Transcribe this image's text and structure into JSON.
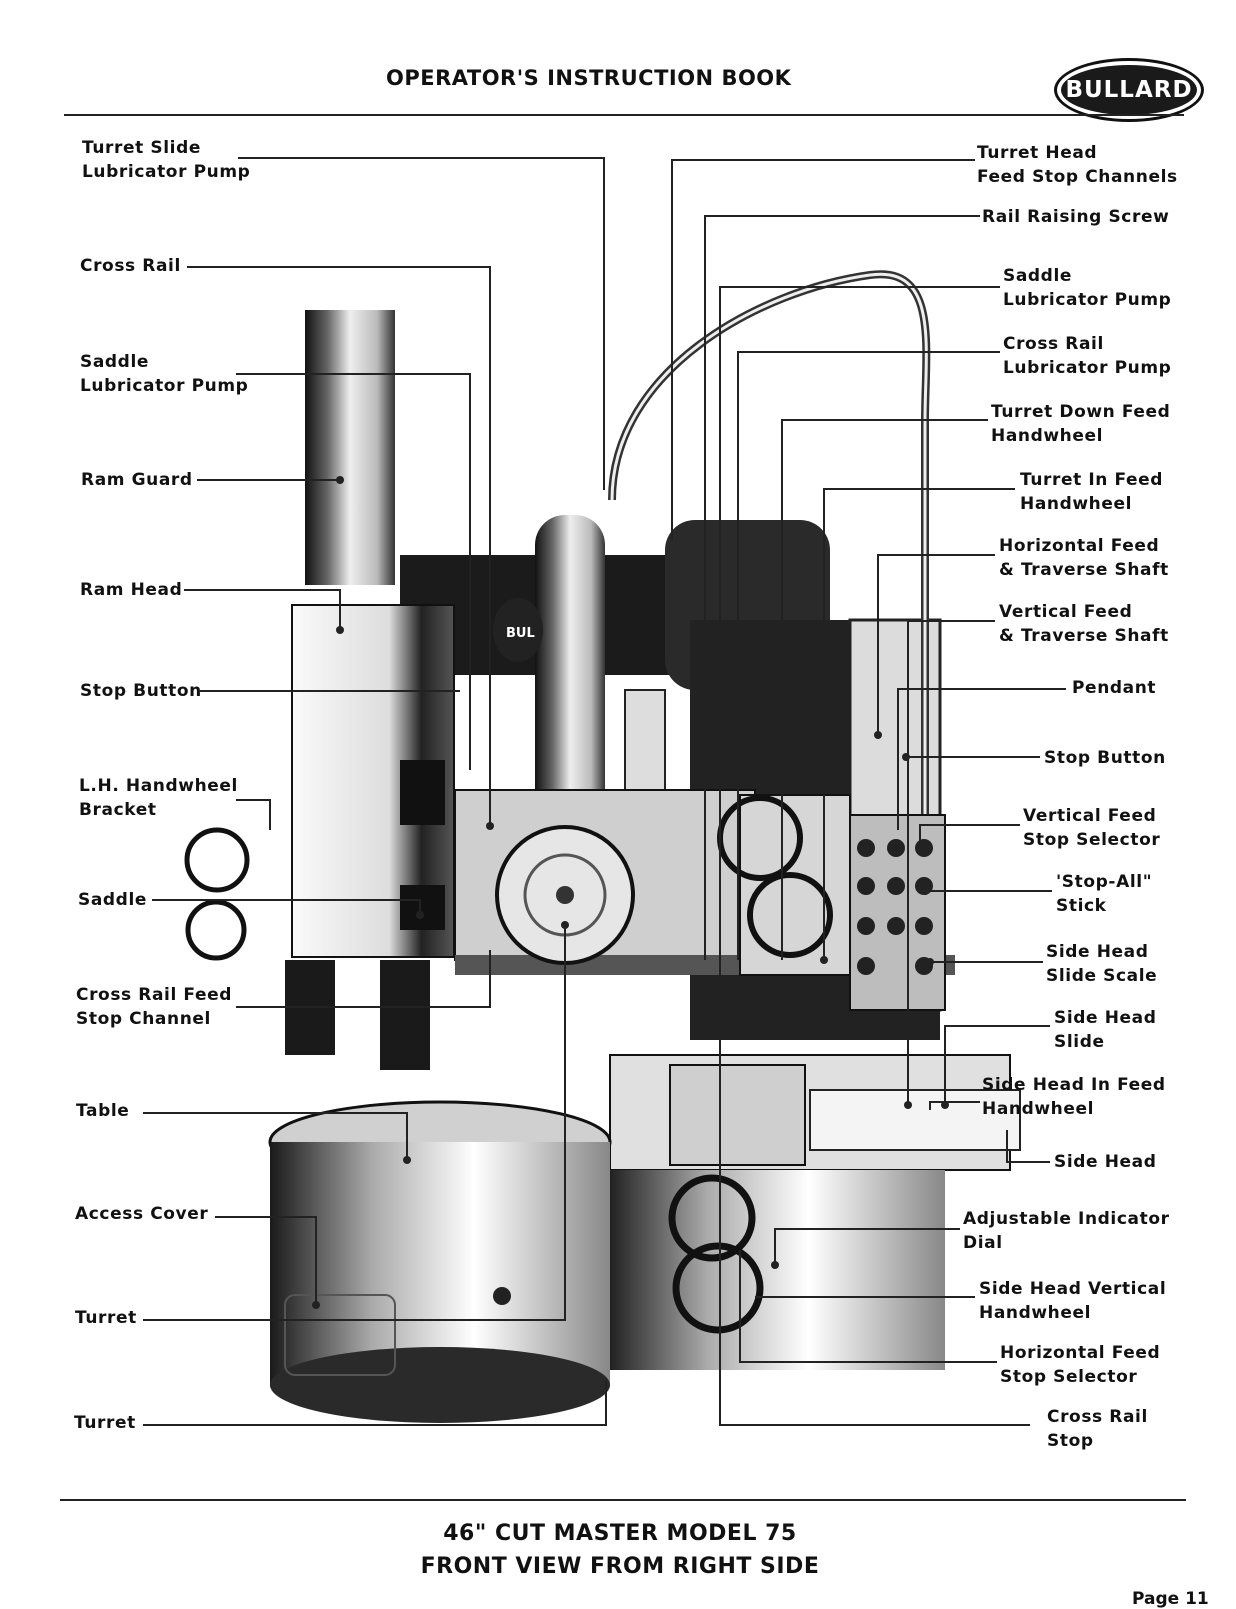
{
  "header": {
    "title": "OPERATOR'S INSTRUCTION BOOK",
    "logo_text": "BULLARD"
  },
  "machine_logo_text": "BUL",
  "left_labels": [
    "Turret Slide\nLubricator Pump",
    "Cross Rail",
    "Saddle\nLubricator Pump",
    "Ram Guard",
    "Ram Head",
    "Stop Button",
    "L.H. Handwheel\nBracket",
    "Saddle",
    "Cross Rail Feed\nStop Channel",
    "Table",
    "Access Cover",
    "Turret",
    "Turret"
  ],
  "right_labels": [
    "Turret Head\nFeed Stop Channels",
    "Rail Raising Screw",
    "Saddle\nLubricator Pump",
    "Cross Rail\nLubricator Pump",
    "Turret Down Feed\nHandwheel",
    "Turret In Feed\nHandwheel",
    "Horizontal Feed\n& Traverse Shaft",
    "Vertical Feed\n& Traverse Shaft",
    "Pendant",
    "Stop Button",
    "Vertical Feed\nStop Selector",
    "'Stop-All\"\nStick",
    "Side Head\nSlide Scale",
    "Side Head\nSlide",
    "Side Head In Feed\nHandwheel",
    "Side Head",
    "Adjustable Indicator\nDial",
    "Side Head Vertical\nHandwheel",
    "Horizontal Feed\nStop Selector",
    "Cross Rail\nStop"
  ],
  "caption": {
    "line1": "46\" CUT MASTER MODEL 75",
    "line2": "FRONT VIEW FROM RIGHT SIDE"
  },
  "page_number": "Page 11"
}
